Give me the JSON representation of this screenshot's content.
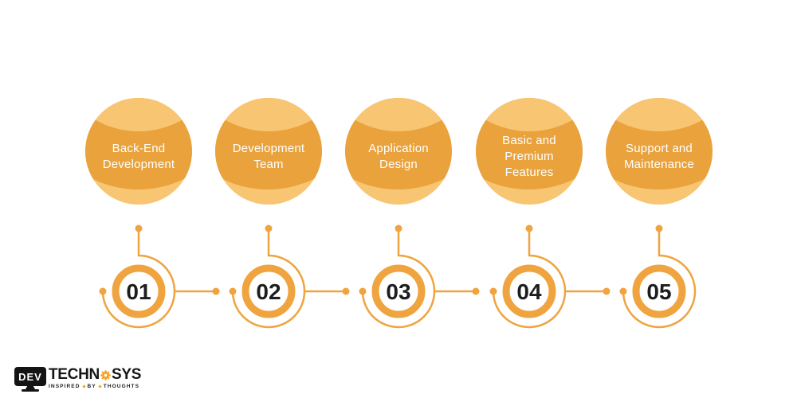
{
  "steps": [
    {
      "number": "01",
      "label": "Back-End Development"
    },
    {
      "number": "02",
      "label": "Development Team"
    },
    {
      "number": "03",
      "label": "Application Design"
    },
    {
      "number": "04",
      "label": "Basic and Premium Features"
    },
    {
      "number": "05",
      "label": "Support and Maintenance"
    }
  ],
  "logo": {
    "monitor_text": "DEV",
    "name_left": "TECHN",
    "name_right": "SYS",
    "gear_icon": "gear-icon",
    "tagline_words": [
      "INSPIRED",
      "BY",
      "THOUGHTS"
    ]
  },
  "colors": {
    "background": "#FFFFFF",
    "bubble_body": "#E9A23C",
    "bubble_cap": "#F8C572",
    "accent_line": "#EFA43F",
    "number_ink": "#1D1D1D",
    "logo_ink": "#161616",
    "logo_gear": "#F5A128"
  }
}
